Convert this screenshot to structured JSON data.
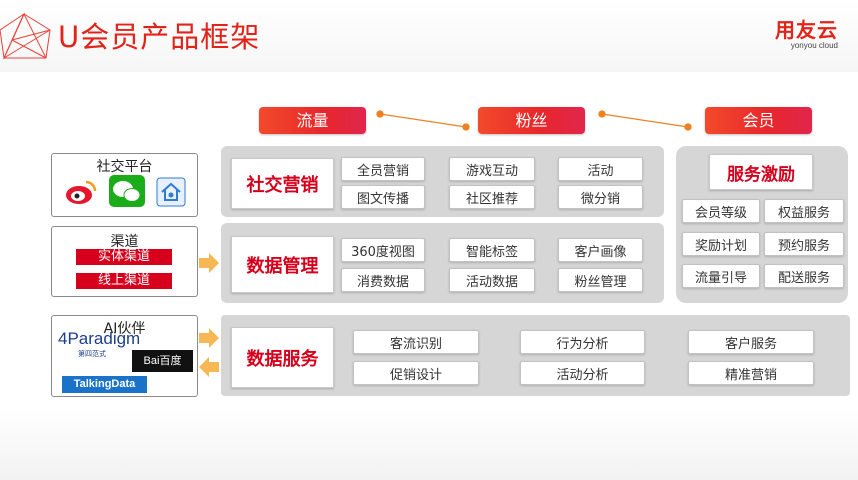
{
  "header": {
    "title": "U会员产品框架",
    "brand_name": "用友云",
    "brand_sub": "yonyou cloud"
  },
  "stages": [
    "流量",
    "粉丝",
    "会员"
  ],
  "sources": {
    "social": {
      "title": "社交平台",
      "icons": [
        "weibo-icon",
        "wechat-icon",
        "home-icon"
      ]
    },
    "channels": {
      "title": "渠道",
      "items": [
        "实体渠道",
        "线上渠道"
      ]
    },
    "ai_partners": {
      "title": "AI伙伴",
      "logos": [
        "4Paradigm",
        "第四范式",
        "Bai百度",
        "TalkingData"
      ]
    }
  },
  "social_marketing": {
    "title": "社交营销",
    "items": [
      "全员营销",
      "游戏互动",
      "活动",
      "图文传播",
      "社区推荐",
      "微分销"
    ]
  },
  "data_management": {
    "title": "数据管理",
    "items": [
      "360度视图",
      "智能标签",
      "客户画像",
      "消费数据",
      "活动数据",
      "粉丝管理"
    ]
  },
  "service_incentive": {
    "title": "服务激励",
    "items": [
      "会员等级",
      "权益服务",
      "奖励计划",
      "预约服务",
      "流量引导",
      "配送服务"
    ]
  },
  "data_services": {
    "title": "数据服务",
    "items": [
      "客流识别",
      "行为分析",
      "客户服务",
      "促销设计",
      "活动分析",
      "精准营销"
    ]
  },
  "colors": {
    "accent": "#e2231a",
    "tag": "#d6001c",
    "panel": "#d6d6d6",
    "arrow": "#f5a623",
    "connector": "#f08020"
  }
}
